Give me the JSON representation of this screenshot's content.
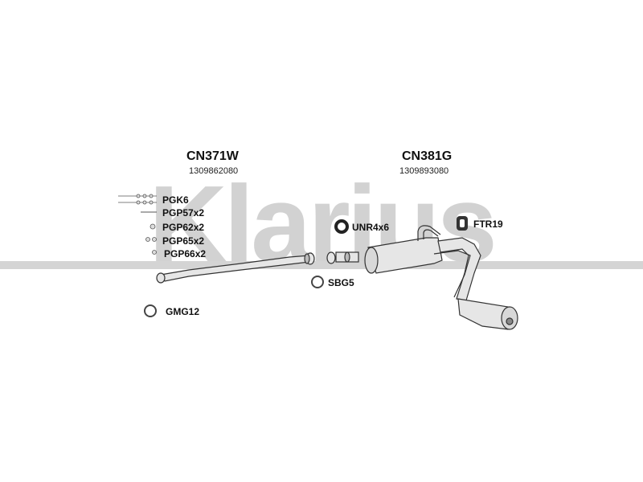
{
  "watermark": {
    "text": "Klarius",
    "color": "#cfcfcf"
  },
  "assemblies": [
    {
      "title": "CN371W",
      "code": "1309862080"
    },
    {
      "title": "CN381G",
      "code": "1309893080"
    }
  ],
  "parts": [
    {
      "label": "PGK6",
      "icon": "bolt-kit-icon"
    },
    {
      "label": "PGP57x2",
      "icon": "stud-icon"
    },
    {
      "label": "PGP62x2",
      "icon": "nut-icon"
    },
    {
      "label": "PGP65x2",
      "icon": "bolt-nut-icon"
    },
    {
      "label": "PGP66x2",
      "icon": "small-bolt-icon"
    },
    {
      "label": "GMG12",
      "icon": "gasket-ring-icon"
    },
    {
      "label": "UNR4x6",
      "icon": "rubber-ring-icon"
    },
    {
      "label": "SBG5",
      "icon": "seal-ring-icon"
    },
    {
      "label": "FTR19",
      "icon": "hanger-icon"
    }
  ],
  "colors": {
    "line": "#333333",
    "part_fill": "#e6e6e6",
    "shade": "#bdbdbd"
  }
}
